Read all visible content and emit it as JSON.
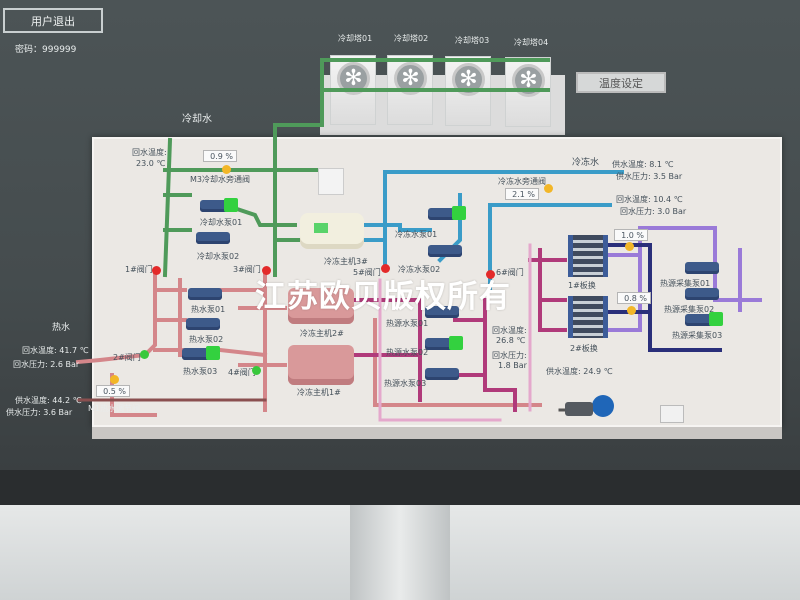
{
  "header": {
    "logout_label": "用户退出",
    "password_label": "密码：",
    "password_value": "999999",
    "temp_setting_label": "温度设定"
  },
  "cooling_towers": [
    "冷却塔01",
    "冷却塔02",
    "冷却塔03",
    "冷却塔04"
  ],
  "cooling_water": {
    "title": "冷却水",
    "return_temp_label": "回水温度:",
    "return_temp_value": "23.0 ℃",
    "bypass_valve_label": "M3冷却水旁通阀",
    "bypass_valve_value": "0.9 %",
    "pumps": [
      "冷却水泵01",
      "冷却水泵02"
    ]
  },
  "valves": [
    "1#阀门",
    "2#阀门",
    "3#阀门",
    "4#阀门",
    "5#阀门",
    "6#阀门"
  ],
  "chillers": [
    "冷冻主机3#",
    "冷冻主机2#",
    "冷冻主机1#"
  ],
  "chilled_water": {
    "title": "冷冻水",
    "supply_temp_label": "供水温度:",
    "supply_temp_value": "8.1 ℃",
    "supply_pressure_label": "供水压力:",
    "supply_pressure_value": "3.5 Bar",
    "return_temp_label": "回水温度:",
    "return_temp_value": "10.4 ℃",
    "return_pressure_label": "回水压力:",
    "return_pressure_value": "3.0 Bar",
    "bypass_valve_label": "冷冻水旁通阀",
    "bypass_valve_value": "2.1 %",
    "pumps": [
      "冷冻水泵01",
      "冷冻水泵02"
    ]
  },
  "hot_water": {
    "title": "热水",
    "return_temp_label": "回水温度:",
    "return_temp_value": "41.7 ℃",
    "return_pressure_label": "回水压力:",
    "return_pressure_value": "2.6 Bar",
    "supply_temp_label": "供水温度:",
    "supply_temp_value": "44.2 ℃",
    "supply_pressure_label": "供水压力:",
    "supply_pressure_value": "3.6 Bar",
    "valve_label": "M1热水调节阀",
    "valve_value": "0.5 %",
    "pumps": [
      "热水泵01",
      "热水泵02",
      "热水泵03"
    ]
  },
  "heat_source": {
    "pumps": [
      "热源水泵01",
      "热源水泵02",
      "热源水泵03"
    ],
    "return_temp_label": "回水温度:",
    "return_temp_value": "26.8 ℃",
    "return_pressure_label": "回水压力:",
    "return_pressure_value": "1.8 Bar",
    "supply_temp_label": "供水温度:",
    "supply_temp_value": "24.9 ℃",
    "exchangers": [
      {
        "label": "1#板换",
        "value": "1.0 %"
      },
      {
        "label": "2#板换",
        "value": "0.8 %"
      }
    ],
    "collection_pumps": [
      "热源采集泵01",
      "热源采集泵02",
      "热源采集泵03"
    ]
  },
  "watermark": "江苏欧贝版权所有",
  "colors": {
    "cooling": "#4f9a5a",
    "chilled": "#3a9cc8",
    "hot": "#d4868a",
    "heat_source": "#b03a7a",
    "collection": "#9a7ad8",
    "collection_dark": "#2a2f7a"
  }
}
